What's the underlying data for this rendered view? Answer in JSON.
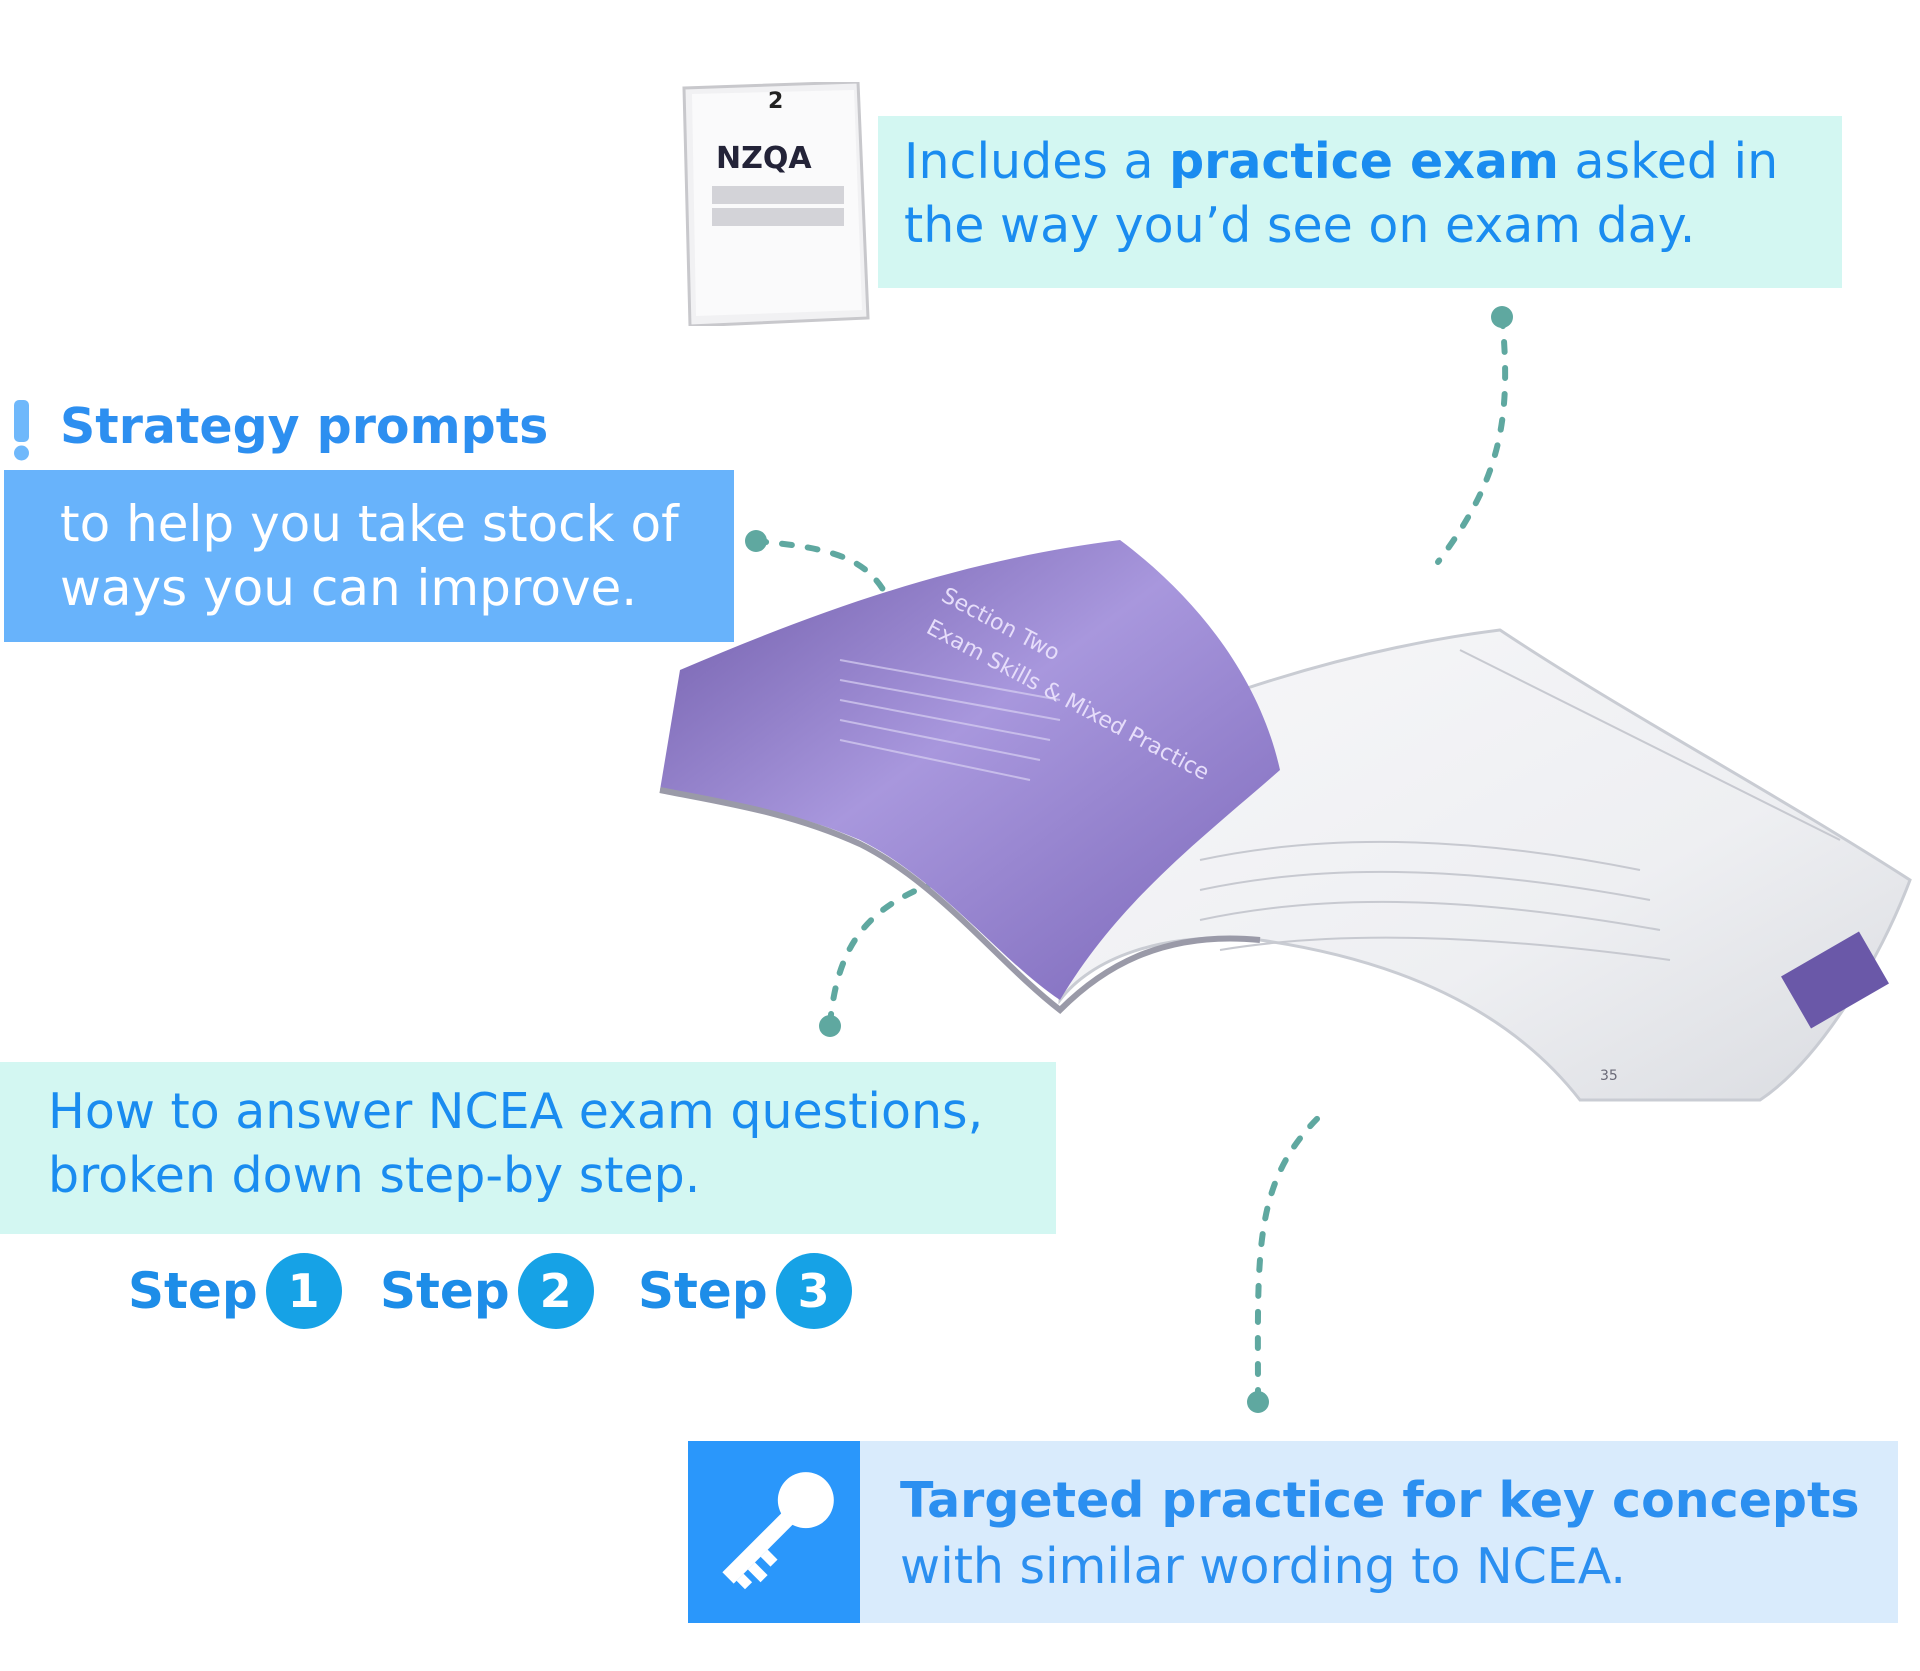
{
  "practice_exam": {
    "paper_logo": "NZQA",
    "paper_number": "2",
    "text_before": "Includes a ",
    "text_bold": "practice exam",
    "text_after": " asked in the way you’d see on exam day."
  },
  "strategy": {
    "title": "Strategy prompts",
    "body": "to help you take stock of ways you can improve."
  },
  "steps": {
    "body": "How to answer NCEA exam questions, broken down step-by step.",
    "items": [
      {
        "label": "Step",
        "number": "1"
      },
      {
        "label": "Step",
        "number": "2"
      },
      {
        "label": "Step",
        "number": "3"
      }
    ]
  },
  "targeted": {
    "text_bold": "Targeted practice for key concepts",
    "text_after": " with similar wording to NCEA."
  },
  "booklet": {
    "left_page_heading": "Section Two",
    "left_page_title": "Exam Skills & Mixed Practice",
    "right_page_number": "35"
  },
  "colors": {
    "teal_box": "#d3f7f2",
    "blue_box": "#68b3fb",
    "light_blue_box": "#d9ebfc",
    "text_blue": "#1a8cf0",
    "connector": "#5fa8a0",
    "booklet_purple": "#8a78c4"
  },
  "icons": [
    "exclamation-icon",
    "key-icon",
    "exam-paper-icon"
  ]
}
